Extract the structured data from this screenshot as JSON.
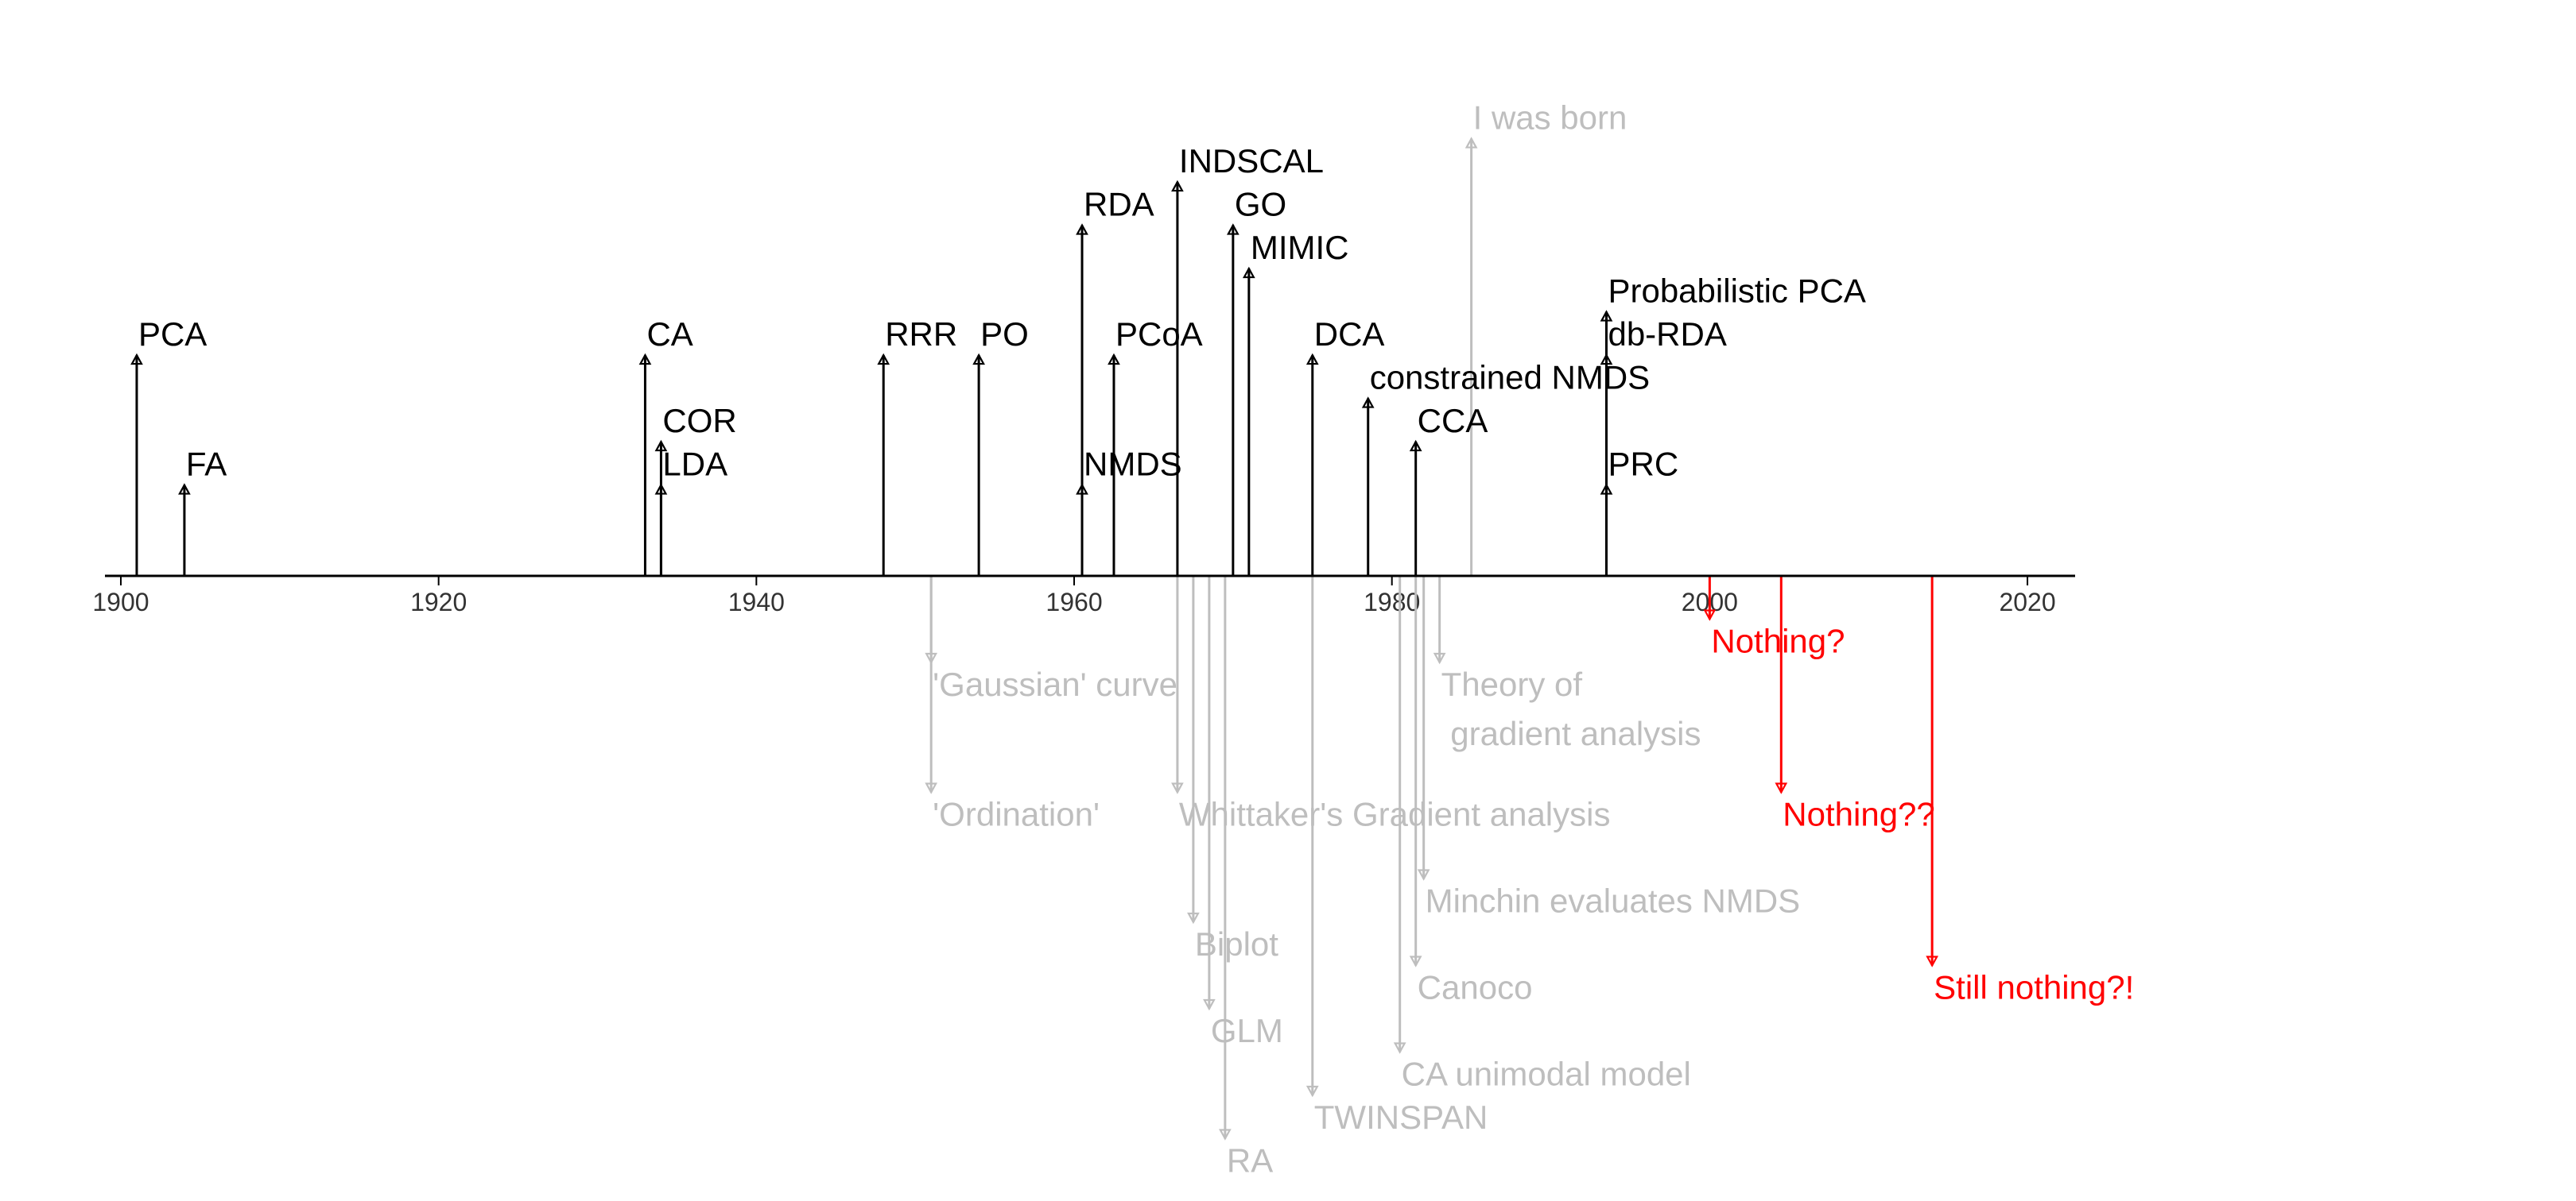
{
  "chart_data": {
    "type": "timeline",
    "title": "",
    "xlabel": "",
    "ylabel": "",
    "xlim": [
      1899,
      2023
    ],
    "ylim": [
      -8,
      6
    ],
    "x_ticks": [
      1900,
      1920,
      1940,
      1960,
      1980,
      2000,
      2020
    ],
    "x_tick_labels": [
      "1900",
      "1920",
      "1940",
      "1960",
      "1980",
      "2000",
      "2020"
    ],
    "grid": false,
    "legend": "none",
    "colors": {
      "methods": "#000000",
      "context": "#bebebe",
      "recent": "#ff0000",
      "axis": "#000000",
      "tick_text": "#333333"
    },
    "events": [
      {
        "year": 1901,
        "label": "PCA",
        "level": 2.55,
        "group": "methods"
      },
      {
        "year": 1904,
        "label": "FA",
        "level": 1.05,
        "group": "methods"
      },
      {
        "year": 1933,
        "label": "CA",
        "level": 2.55,
        "group": "methods"
      },
      {
        "year": 1934,
        "label": "COR",
        "level": 1.55,
        "group": "methods"
      },
      {
        "year": 1934,
        "label": "LDA",
        "level": 1.05,
        "group": "methods"
      },
      {
        "year": 1948,
        "label": "RRR",
        "level": 2.55,
        "group": "methods"
      },
      {
        "year": 1954,
        "label": "PO",
        "level": 2.55,
        "group": "methods"
      },
      {
        "year": 1960.5,
        "label": "RDA",
        "level": 4.05,
        "group": "methods"
      },
      {
        "year": 1960.5,
        "label": "NMDS",
        "level": 1.05,
        "group": "methods"
      },
      {
        "year": 1962.5,
        "label": "PCoA",
        "level": 2.55,
        "group": "methods"
      },
      {
        "year": 1966.5,
        "label": "INDSCAL",
        "level": 4.55,
        "group": "methods"
      },
      {
        "year": 1970,
        "label": "GO",
        "level": 4.05,
        "group": "methods"
      },
      {
        "year": 1971,
        "label": "MIMIC",
        "level": 3.55,
        "group": "methods"
      },
      {
        "year": 1975,
        "label": "DCA",
        "level": 2.55,
        "group": "methods"
      },
      {
        "year": 1978.5,
        "label": "constrained NMDS",
        "level": 2.05,
        "group": "methods"
      },
      {
        "year": 1981.5,
        "label": "CCA",
        "level": 1.55,
        "group": "methods"
      },
      {
        "year": 1993.5,
        "label": "Probabilistic PCA",
        "level": 3.05,
        "group": "methods"
      },
      {
        "year": 1993.5,
        "label": "db-RDA",
        "level": 2.55,
        "group": "methods"
      },
      {
        "year": 1993.5,
        "label": "PRC",
        "level": 1.05,
        "group": "methods"
      },
      {
        "year": 1985,
        "label": "I was born",
        "level": 5.05,
        "group": "context"
      },
      {
        "year": 1951,
        "label": "'Gaussian' curve",
        "level": -1.0,
        "group": "context"
      },
      {
        "year": 1951,
        "label": "'Ordination'",
        "level": -2.5,
        "group": "context"
      },
      {
        "year": 1966.5,
        "label": "Whittaker's Gradient analysis",
        "level": -2.5,
        "group": "context"
      },
      {
        "year": 1967.5,
        "label": "Biplot",
        "level": -4.0,
        "group": "context"
      },
      {
        "year": 1968.5,
        "label": "GLM",
        "level": -5.0,
        "group": "context"
      },
      {
        "year": 1969.5,
        "label": "RA",
        "level": -6.5,
        "group": "context"
      },
      {
        "year": 1975,
        "label": "TWINSPAN",
        "level": -6.0,
        "group": "context"
      },
      {
        "year": 1980.5,
        "label": "CA unimodal model",
        "level": -5.5,
        "group": "context"
      },
      {
        "year": 1981.5,
        "label": "Canoco",
        "level": -4.5,
        "group": "context"
      },
      {
        "year": 1982,
        "label": "Minchin evaluates NMDS",
        "level": -3.5,
        "group": "context"
      },
      {
        "year": 1983,
        "label": "Theory of\n gradient analysis",
        "level": -1.0,
        "group": "context"
      },
      {
        "year": 2000,
        "label": "Nothing?",
        "level": -0.5,
        "group": "recent"
      },
      {
        "year": 2004.5,
        "label": "Nothing??",
        "level": -2.5,
        "group": "recent"
      },
      {
        "year": 2014,
        "label": "Still nothing?!",
        "level": -4.5,
        "group": "recent"
      }
    ]
  }
}
